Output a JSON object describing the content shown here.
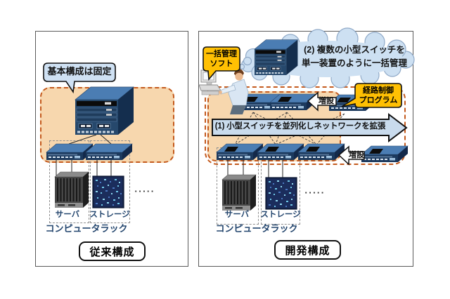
{
  "colors": {
    "accent_orange_dash": "#c45a1d",
    "peach_fill": "#f7d7ae",
    "callout_yellow": "#ffc003",
    "bubble_blue": "#cfe1f3",
    "cloud_blue": "#cde0f2",
    "banner_blue": "#c9dbed",
    "label_blue": "#24466e",
    "switch_top": "#4b7db3",
    "switch_front": "#1c3a5e"
  },
  "left": {
    "callout": "基本構成は固定",
    "server": "サーバ",
    "storage": "ストレージ",
    "rack": "コンピュータラック",
    "dots": "·····",
    "caption": "従来構成"
  },
  "right": {
    "mgmt_callout_line1": "一括管理",
    "mgmt_callout_line2": "ソフト",
    "cloud_line1": "(2) 複数の小型スイッチを",
    "cloud_line2": "単一装置のように一括管理",
    "routing_callout_line1": "経路制御",
    "routing_callout_line2": "プログラム",
    "banner": "(1) 小型スイッチを並列化しネットワークを拡張",
    "expand_top": "増設",
    "expand_bottom": "増設",
    "server": "サーバ",
    "storage": "ストレージ",
    "rack": "コンピュータラック",
    "dots": "·····",
    "caption": "開発構成"
  }
}
